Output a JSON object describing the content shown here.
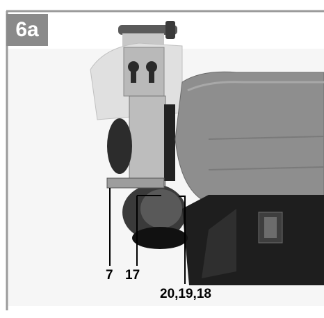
{
  "figure": {
    "badge_label": "6a",
    "image_description_icon": "bench-grinder-photo"
  },
  "callouts": {
    "label_7": "7",
    "label_17": "17",
    "label_20_19_18": "20,19,18"
  },
  "colors": {
    "badge": "#8a8a8a",
    "frame": "#9a9a9a"
  }
}
